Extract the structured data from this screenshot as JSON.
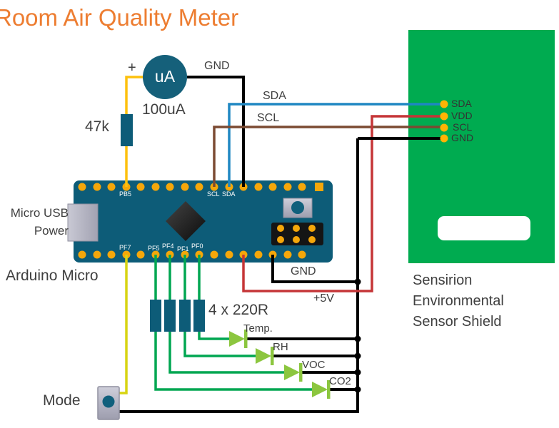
{
  "title": {
    "text": "Room Air Quality Meter"
  },
  "meter": {
    "symbol": "uA",
    "value_label": "100uA",
    "plus_sign": "+",
    "gnd_label": "GND"
  },
  "resistor_47k": {
    "label": "47k"
  },
  "i2c_wires": {
    "sda_label": "SDA",
    "scl_label": "SCL"
  },
  "arduino": {
    "name": "Arduino Micro",
    "usb_label": "Micro USB\nPower",
    "pin_labels": {
      "pb5": "PB5",
      "scl": "SCL",
      "sda": "SDA",
      "pf7": "PF7",
      "pf5": "PF5",
      "pf4": "PF4",
      "pf1": "PF1",
      "pf0": "PF0"
    }
  },
  "power": {
    "gnd_label": "GND",
    "plus5v_label": "+5V"
  },
  "led_section": {
    "resistor_label": "4 x 220R",
    "leds": [
      {
        "label": "Temp."
      },
      {
        "label": "RH"
      },
      {
        "label": "VOC"
      },
      {
        "label": "CO2"
      }
    ]
  },
  "mode_button": {
    "label": "Mode"
  },
  "shield": {
    "name": "Sensirion\nEnvironmental\nSensor Shield",
    "pins": [
      "SDA",
      "VDD",
      "SCL",
      "GND"
    ]
  },
  "colors": {
    "title_orange": "#ed7d31",
    "board_teal": "#0d5c78",
    "shield_green": "#00ab50",
    "pin_gold": "#f5a70a",
    "wire_yellow": "#fdc10d",
    "wire_yellow_green": "#d7d412",
    "wire_green": "#00a651",
    "wire_blue": "#1f87c2",
    "wire_brown": "#7b4a32",
    "wire_red": "#c53537",
    "wire_black": "#000000",
    "led_green": "#8cc63f",
    "label_gray": "#3f3f3f"
  }
}
